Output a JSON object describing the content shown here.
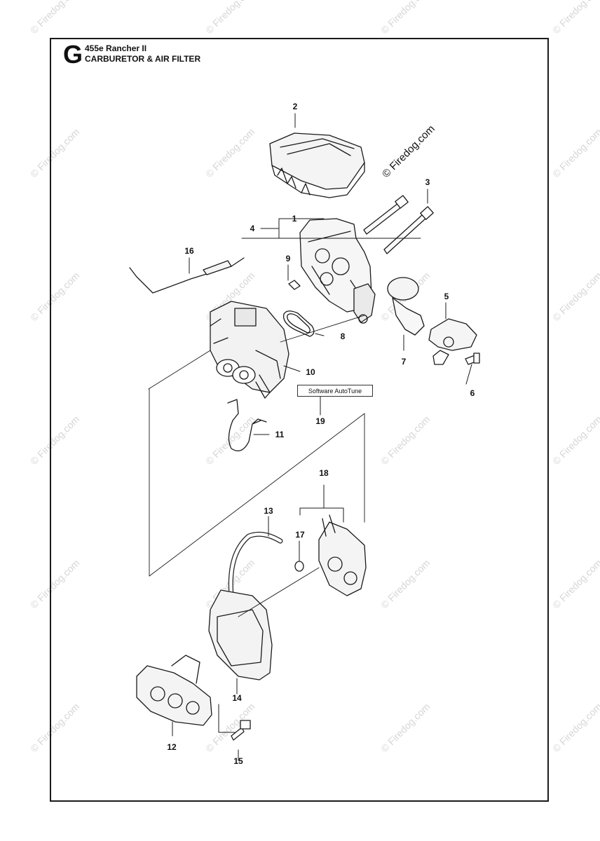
{
  "header": {
    "section_letter": "G",
    "model": "455e Rancher II",
    "title": "CARBURETOR & AIR FILTER"
  },
  "callouts": [
    "1",
    "2",
    "3",
    "4",
    "5",
    "6",
    "7",
    "8",
    "9",
    "10",
    "11",
    "12",
    "13",
    "14",
    "15",
    "16",
    "17",
    "18",
    "19"
  ],
  "software_tag": "Software AutoTune",
  "watermark": "© Firedog.com"
}
